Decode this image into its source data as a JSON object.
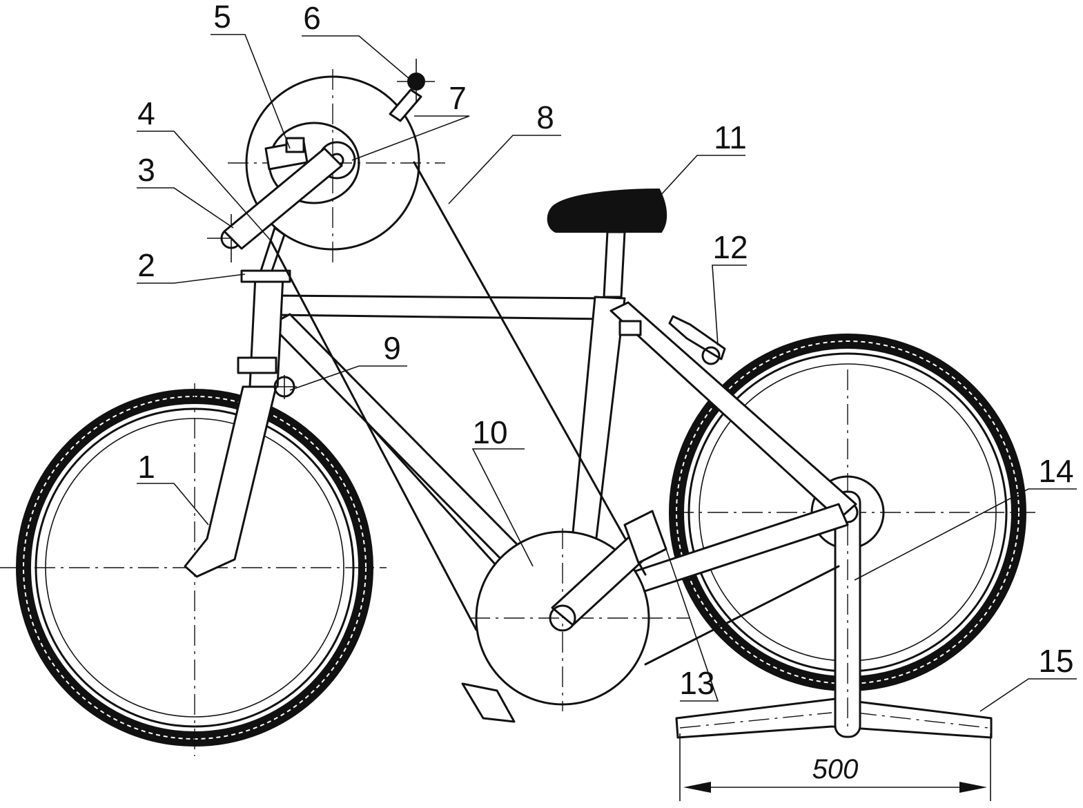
{
  "callouts": [
    {
      "id": "1",
      "label": "1"
    },
    {
      "id": "2",
      "label": "2"
    },
    {
      "id": "3",
      "label": "3"
    },
    {
      "id": "4",
      "label": "4"
    },
    {
      "id": "5",
      "label": "5"
    },
    {
      "id": "6",
      "label": "6"
    },
    {
      "id": "7",
      "label": "7"
    },
    {
      "id": "8",
      "label": "8"
    },
    {
      "id": "9",
      "label": "9"
    },
    {
      "id": "10",
      "label": "10"
    },
    {
      "id": "11",
      "label": "11"
    },
    {
      "id": "12",
      "label": "12"
    },
    {
      "id": "13",
      "label": "13"
    },
    {
      "id": "14",
      "label": "14"
    },
    {
      "id": "15",
      "label": "15"
    }
  ],
  "dimension": {
    "value": "500"
  }
}
